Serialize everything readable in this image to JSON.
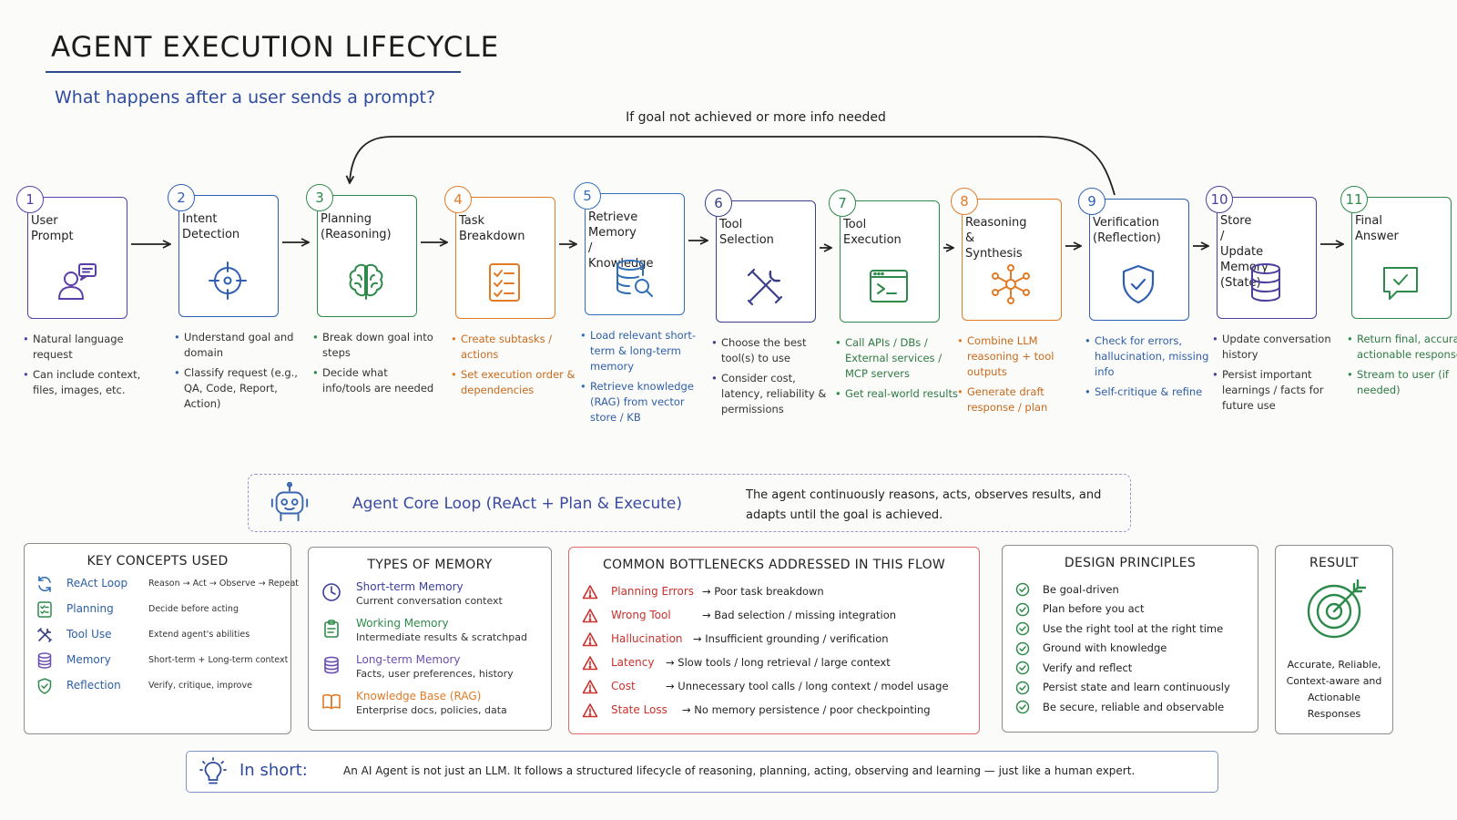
{
  "header": {
    "title": "AGENT EXECUTION LIFECYCLE",
    "subtitle": "What happens after a user sends a prompt?"
  },
  "loop": {
    "label": "If goal not achieved or more info needed"
  },
  "steps": [
    {
      "num": "1",
      "label": "User Prompt",
      "icon": "user-chat-icon",
      "color": "#5a3fa8",
      "text_color": "#333333",
      "notes": [
        "Natural language request",
        "Can include context, files, images, etc."
      ]
    },
    {
      "num": "2",
      "label": "Intent Detection",
      "icon": "crosshair-icon",
      "color": "#2f5fb3",
      "text_color": "#333333",
      "notes": [
        "Understand goal and domain",
        "Classify request (e.g., QA, Code, Report, Action)"
      ]
    },
    {
      "num": "3",
      "label": "Planning (Reasoning)",
      "icon": "brain-icon",
      "color": "#2e8a4a",
      "text_color": "#333333",
      "notes": [
        "Break down goal into steps",
        "Decide what info/tools are needed"
      ]
    },
    {
      "num": "4",
      "label": "Task Breakdown",
      "icon": "checklist-icon",
      "color": "#e27a26",
      "text_color": "#c96a1c",
      "notes": [
        "Create subtasks / actions",
        "Set execution order & dependencies"
      ]
    },
    {
      "num": "5",
      "label": "Retrieve Memory / Knowledge",
      "icon": "database-search-icon",
      "color": "#2f6fb8",
      "text_color": "#2f5fa8",
      "notes": [
        "Load relevant short-term & long-term memory",
        "Retrieve knowledge (RAG) from vector store / KB"
      ]
    },
    {
      "num": "6",
      "label": "Tool Selection",
      "icon": "tools-icon",
      "color": "#3a3f8c",
      "text_color": "#333333",
      "notes": [
        "Choose the best tool(s) to use",
        "Consider cost, latency, reliability & permissions"
      ]
    },
    {
      "num": "7",
      "label": "Tool Execution",
      "icon": "terminal-icon",
      "color": "#2e8a4a",
      "text_color": "#2e7a44",
      "notes": [
        "Call APIs / DBs / External services / MCP servers",
        "Get real-world results"
      ]
    },
    {
      "num": "8",
      "label": "Reasoning & Synthesis",
      "icon": "network-icon",
      "color": "#e27a26",
      "text_color": "#c96a1c",
      "notes": [
        "Combine LLM reasoning + tool outputs",
        "Generate draft response / plan"
      ]
    },
    {
      "num": "9",
      "label": "Verification (Reflection)",
      "icon": "shield-check-icon",
      "color": "#2f5fb3",
      "text_color": "#2f5fa8",
      "notes": [
        "Check for errors, hallucination, missing info",
        "Self-critique & refine"
      ]
    },
    {
      "num": "10",
      "label": "Store / Update Memory (State)",
      "icon": "database-icon",
      "color": "#4a3f9c",
      "text_color": "#333333",
      "notes": [
        "Update conversation history",
        "Persist important learnings / facts for future use"
      ]
    },
    {
      "num": "11",
      "label": "Final Answer",
      "icon": "chat-check-icon",
      "color": "#2e8a4a",
      "text_color": "#2e7a44",
      "notes": [
        "Return final, accurate, actionable response",
        "Stream to user (if needed)"
      ]
    }
  ],
  "core_loop": {
    "title": "Agent Core Loop (ReAct + Plan & Execute)",
    "description": "The agent continuously reasons, acts, observes results, and adapts until the goal is achieved."
  },
  "concepts": {
    "title": "KEY CONCEPTS USED",
    "items": [
      {
        "name": "ReAct Loop",
        "desc": "Reason → Act → Observe → Repeat",
        "icon": "refresh-icon"
      },
      {
        "name": "Planning",
        "desc": "Decide before acting",
        "icon": "checklist-icon"
      },
      {
        "name": "Tool Use",
        "desc": "Extend agent's abilities",
        "icon": "tools-icon"
      },
      {
        "name": "Memory",
        "desc": "Short-term + Long-term context",
        "icon": "database-icon"
      },
      {
        "name": "Reflection",
        "desc": "Verify, critique, improve",
        "icon": "shield-check-icon"
      }
    ]
  },
  "memory": {
    "title": "TYPES OF MEMORY",
    "items": [
      {
        "name": "Short-term Memory",
        "desc": "Current conversation context",
        "icon": "clock-icon",
        "color": "#3a3f9c"
      },
      {
        "name": "Working Memory",
        "desc": "Intermediate results & scratchpad",
        "icon": "clipboard-icon",
        "color": "#2e8a4a"
      },
      {
        "name": "Long-term Memory",
        "desc": "Facts, user preferences, history",
        "icon": "database-icon",
        "color": "#6a4fb0"
      },
      {
        "name": "Knowledge Base (RAG)",
        "desc": "Enterprise docs, policies, data",
        "icon": "book-icon",
        "color": "#e27a26"
      }
    ]
  },
  "bottlenecks": {
    "title": "COMMON BOTTLENECKS ADDRESSED IN THIS FLOW",
    "items": [
      {
        "name": "Planning Errors",
        "desc": "→ Poor task breakdown"
      },
      {
        "name": "Wrong Tool",
        "desc": "→ Bad selection / missing integration"
      },
      {
        "name": "Hallucination",
        "desc": "→ Insufficient grounding / verification"
      },
      {
        "name": "Latency",
        "desc": "→ Slow tools / long retrieval / large context"
      },
      {
        "name": "Cost",
        "desc": "→ Unnecessary tool calls / long context / model usage"
      },
      {
        "name": "State Loss",
        "desc": "→ No memory persistence / poor checkpointing"
      }
    ]
  },
  "principles": {
    "title": "DESIGN PRINCIPLES",
    "items": [
      "Be goal-driven",
      "Plan before you act",
      "Use the right tool at the right time",
      "Ground with knowledge",
      "Verify and reflect",
      "Persist state and learn continuously",
      "Be secure, reliable and observable"
    ]
  },
  "result": {
    "title": "RESULT",
    "text": "Accurate, Reliable, Context-aware and Actionable Responses"
  },
  "in_short": {
    "label": "In short:",
    "text": "An AI Agent is not just an LLM. It follows a structured lifecycle of reasoning, planning, acting, observing and learning — just like a human expert."
  }
}
